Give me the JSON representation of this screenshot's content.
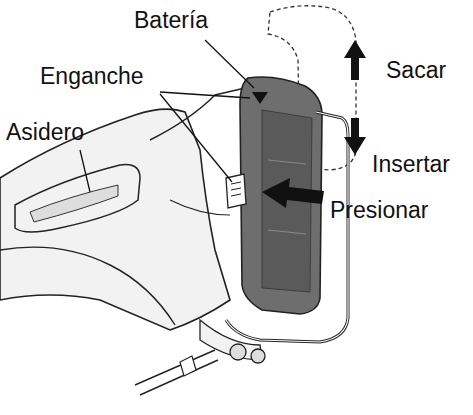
{
  "diagram": {
    "labels": [
      "Batería",
      "Enganche",
      "Asidero",
      "Sacar",
      "Insertar",
      "Presionar"
    ]
  }
}
